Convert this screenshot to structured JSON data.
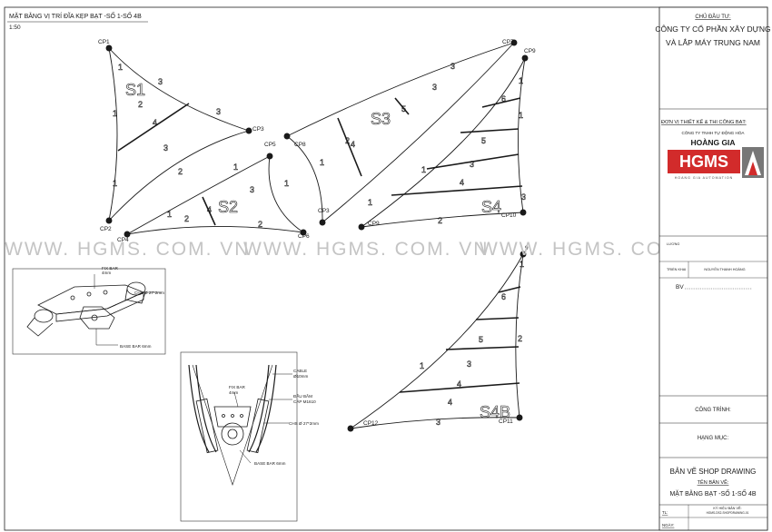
{
  "drawing": {
    "header_title": "MẶT BẰNG VỊ TRÍ ĐĨA KẸP BẠT -SỐ 1-SỐ 4B",
    "scale": "1:50",
    "watermark": "WWW. HGMS. COM. VN"
  },
  "sails": [
    {
      "label": "S1",
      "points": [
        "CP1",
        "CP2",
        "CP3"
      ],
      "zones": [
        "1",
        "2",
        "3",
        "4"
      ]
    },
    {
      "label": "S2",
      "points": [
        "CP4",
        "CP5",
        "CP6"
      ],
      "zones": [
        "1",
        "2",
        "3",
        "4"
      ]
    },
    {
      "label": "S3",
      "points": [
        "CP7",
        "CP8",
        "CP3"
      ],
      "zones": [
        "1",
        "2",
        "3",
        "4",
        "5"
      ]
    },
    {
      "label": "S4",
      "points": [
        "CP9",
        "CP10",
        "CP9"
      ],
      "zones": [
        "1",
        "2",
        "3",
        "4",
        "5",
        "6"
      ]
    },
    {
      "label": "S4B",
      "points": [
        "9",
        "CP11",
        "CP12"
      ],
      "zones": [
        "1",
        "2",
        "3",
        "4",
        "5",
        "6"
      ]
    }
  ],
  "points": {
    "cp1": "CP1",
    "cp2": "CP2",
    "cp3": "CP3",
    "cp4": "CP4",
    "cp5": "CP5",
    "cp6": "CP6",
    "cp7": "CP7",
    "cp8": "CP8",
    "cp3b": "CP3",
    "cp9": "CP9",
    "cp9b": "CP9",
    "cp10": "CP10",
    "cp11": "CP11",
    "cp12": "CP12",
    "p9": "9"
  },
  "details": {
    "plate_top": {
      "fix_bar": "FIX BAR",
      "fix_bar_size": "4mm",
      "chs": "CHS Ø 27*2mm",
      "base_bar": "BASE BAR 6mm"
    },
    "plate_bottom": {
      "cable": "CABLE",
      "cable_size": "Ø10mm",
      "fix_bar": "FIX BAR",
      "fix_bar_size": "4mm",
      "clamp": "ĐẦU BẮM",
      "clamp_size": "CÁP M1610",
      "chs": "CHS Ø 27*2mm",
      "base_bar": "BASE BAR 6mm"
    }
  },
  "title_block": {
    "owner_label": "CHỦ ĐẦU TƯ:",
    "owner_line1": "CÔNG TY CỔ PHẦN XÂY DỰNG",
    "owner_line2": "VÀ LẮP MÁY TRUNG NAM",
    "designer_label": "ĐƠN VỊ THIẾT KẾ & THI CÔNG BẠT:",
    "designer_company": "CÔNG TY TNHH TỰ ĐỘNG HÓA",
    "designer_name": "HOÀNG GIA",
    "logo_text": "HGMS",
    "logo_sub": "HOANG GIA AUTOMATION",
    "row_designed": "LƯƠNG",
    "row_drawn": "TRIỂN KHAI",
    "row_drawn_name": "NGUYỄN THANH HOÀNG",
    "row_checked": "BV",
    "project_label": "CÔNG TRÌNH:",
    "item_label": "HẠNG MỤC:",
    "drawing_type": "BẢN VẼ SHOP DRAWING",
    "drawing_name_label": "TÊN BẢN VẼ:",
    "drawing_name": "MẶT BẰNG BẠT -SỐ 1-SỐ 4B",
    "sheet_no_label": "KÝ HIỆU BẢN VẼ:",
    "sheet_code": "HGMS-DS2-SHOPDRAWING-01",
    "tl_label": "TL: ",
    "date_label": "NGÀY: "
  },
  "colors": {
    "line": "#1a1a1a",
    "accent": "#cc2222",
    "watermark": "#bfbfbf"
  }
}
